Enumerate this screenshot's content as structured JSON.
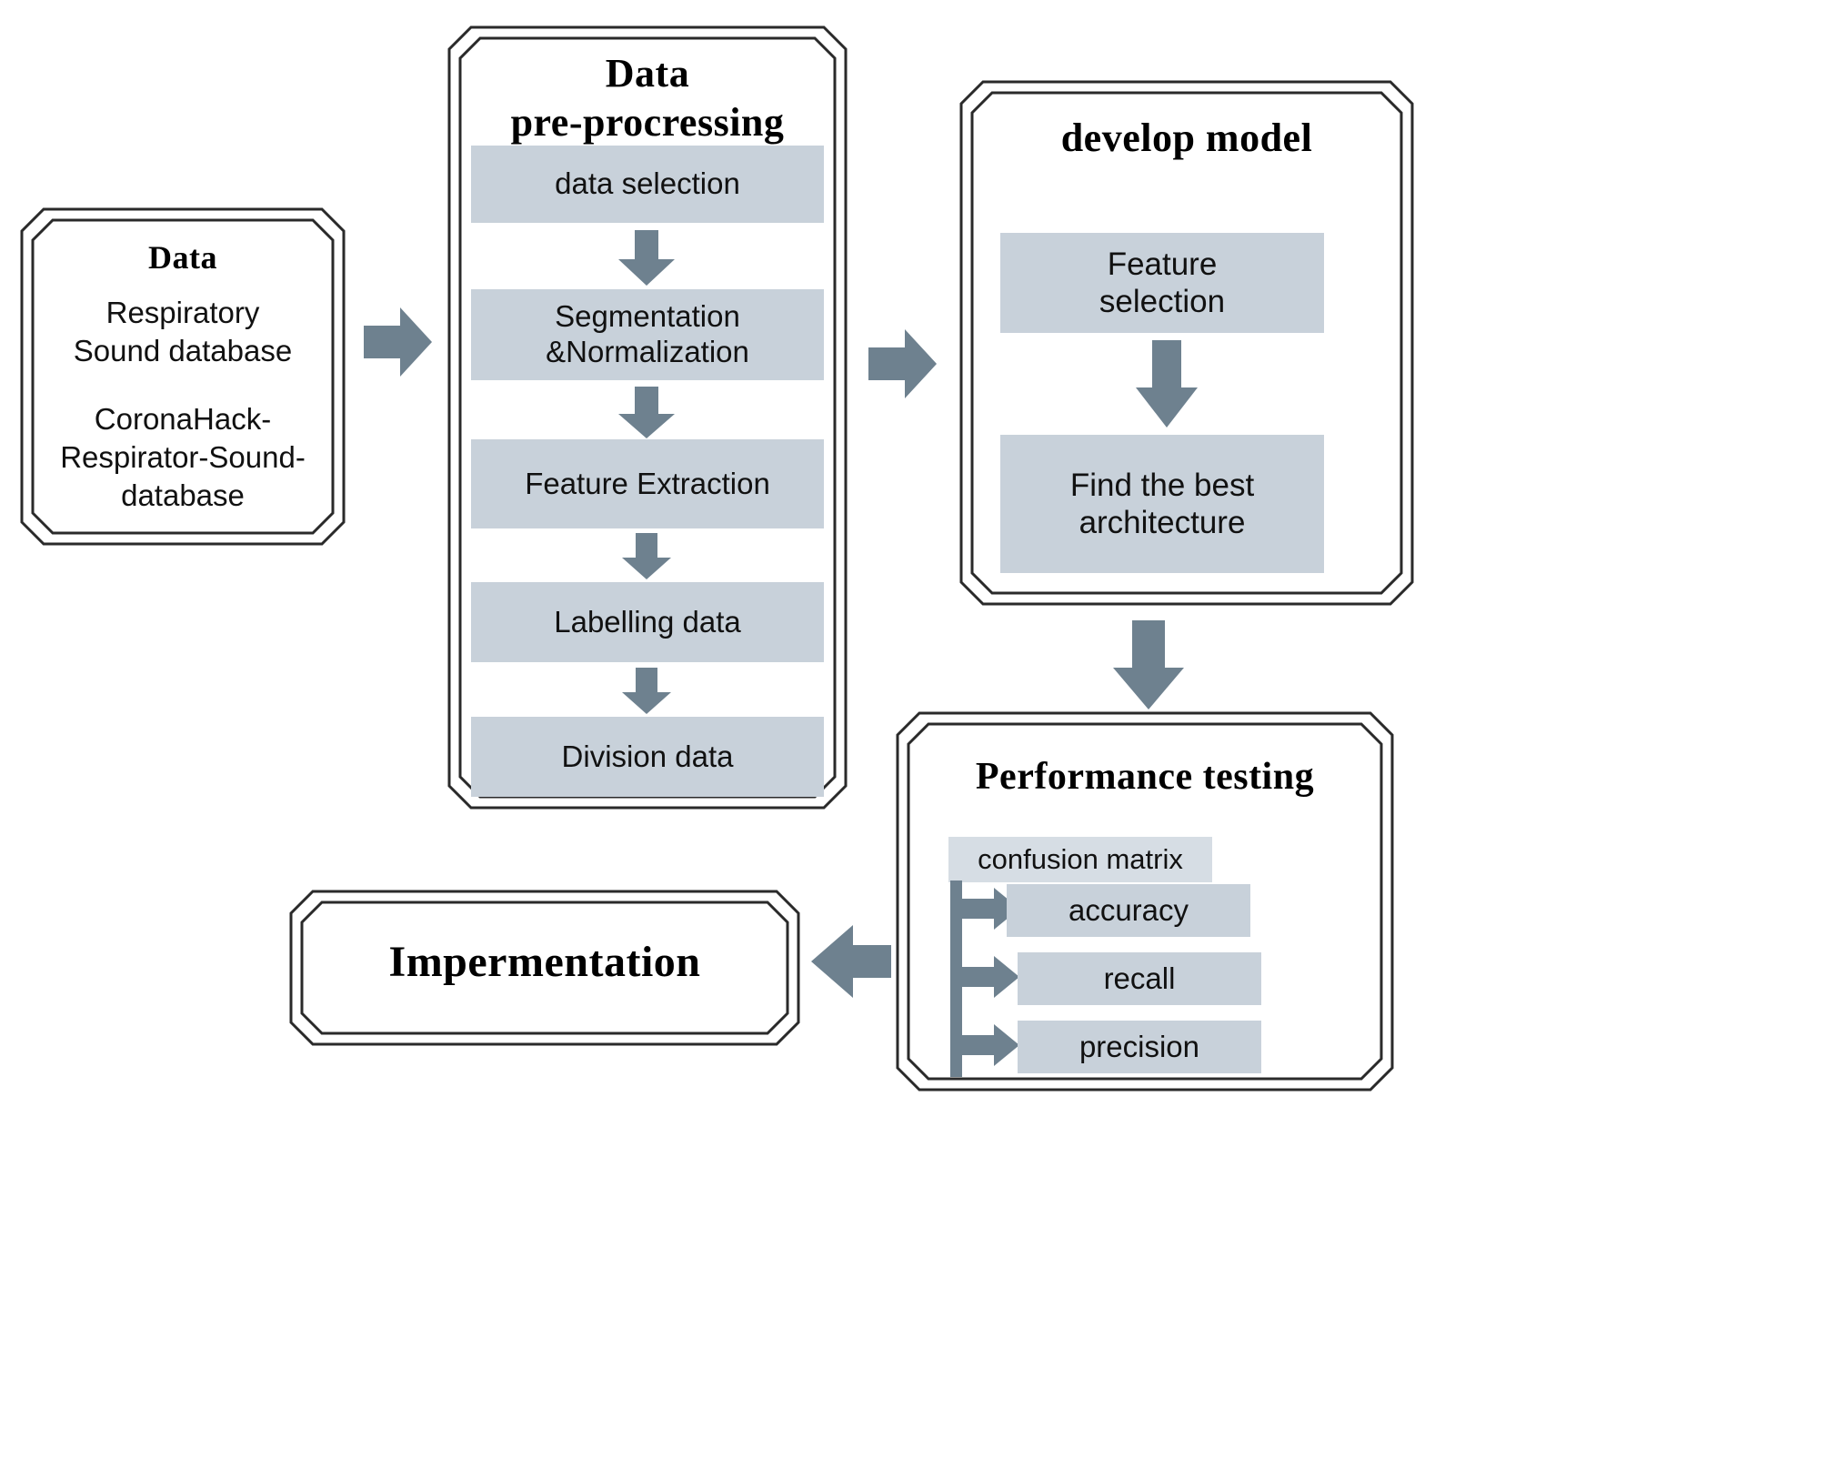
{
  "diagram": {
    "title": "Methodology flowchart for respiratory sound classification",
    "accent_grey": "#c8d1da",
    "accent_grey_light": "#d6dde4",
    "arrow_color": "#6e818f",
    "border_color": "#222222"
  },
  "data_box": {
    "heading": "Data",
    "lines": [
      "Respiratory",
      "Sound database",
      "CoronaHack-",
      "Respirator-Sound-",
      "database"
    ],
    "group_1": [
      "Respiratory",
      "Sound database"
    ],
    "group_2": [
      "CoronaHack-",
      "Respirator-Sound-",
      "database"
    ]
  },
  "preprocessing_box": {
    "heading_line_1": "Data",
    "heading_line_2": "pre-procressing",
    "steps": [
      {
        "label": "data selection"
      },
      {
        "label_line_1": "Segmentation",
        "label_line_2": "&Normalization"
      },
      {
        "label": "Feature Extraction"
      },
      {
        "label": "Labelling data"
      },
      {
        "label": "Division data"
      }
    ]
  },
  "develop_model_box": {
    "heading": "develop model",
    "steps": [
      {
        "label_line_1": "Feature",
        "label_line_2": "selection"
      },
      {
        "label_line_1": "Find the best",
        "label_line_2": "architecture"
      }
    ]
  },
  "performance_box": {
    "heading": "Performance testing",
    "source_label": "confusion matrix",
    "metrics": [
      "accuracy",
      "recall",
      "precision"
    ]
  },
  "implementation_box": {
    "heading": "Impermentation"
  },
  "connectors": [
    {
      "name": "data-to-preprocessing",
      "direction": "right"
    },
    {
      "name": "preprocessing-to-develop-model",
      "direction": "right"
    },
    {
      "name": "develop-model-to-performance",
      "direction": "down"
    },
    {
      "name": "performance-to-implementation",
      "direction": "left"
    }
  ]
}
